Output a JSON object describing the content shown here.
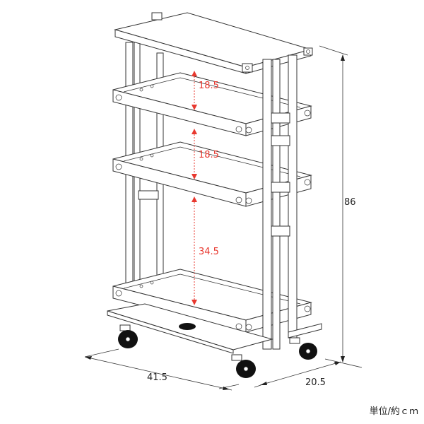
{
  "dimensions": {
    "shelf_gap_top": "18.5",
    "shelf_gap_middle": "18.5",
    "shelf_gap_bottom": "34.5",
    "height": "86",
    "width": "41.5",
    "depth": "20.5"
  },
  "unit_note": "単位/約ｃｍ",
  "colors": {
    "accent_dimension": "#e8382f",
    "line": "#333333"
  }
}
